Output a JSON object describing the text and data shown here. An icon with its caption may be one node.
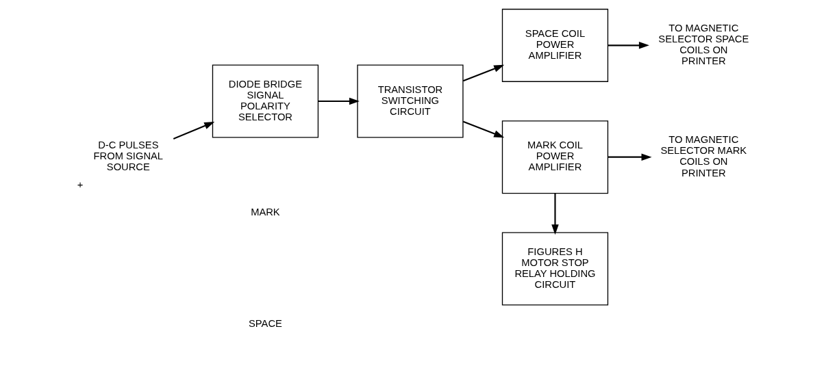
{
  "diagram": {
    "nodes": [
      {
        "text": [
          "D-C PULSES FROM SIGNAL SOURCE"
        ],
        "beside": [
          "+"
        ]
      },
      {
        "text": [
          "DIODE BRIDGE SIGNAL POLARITY SELECTOR"
        ]
      },
      {
        "text": [
          "TRANSISTOR SWITCHING CIRCUIT"
        ]
      },
      {
        "text": [
          "SPACE COIL POWER AMPLIFIER"
        ]
      },
      {
        "text": [
          "TO MAGNETIC SELECTOR SPACE COILS ON PRINTER"
        ]
      },
      {
        "text": [
          "MARK COIL POWER AMPLIFIER"
        ]
      },
      {
        "text": [
          "TO MAGNETIC SELECTOR MARK COILS ON PRINTER"
        ]
      },
      {
        "text": [
          "FIGURES H MOTOR STOP RELAY HOLDING CIRCUIT"
        ]
      }
    ],
    "edges": [
      {
        "from": 0,
        "to": 1,
        "arrow": "to"
      },
      {
        "from": 1,
        "to": 2,
        "arrow": "to"
      },
      {
        "from": 2,
        "to": 3,
        "arrow": "to"
      },
      {
        "from": 2,
        "to": 5,
        "arrow": "to"
      },
      {
        "from": 3,
        "to": 4,
        "arrow": "to"
      },
      {
        "from": 5,
        "to": 6,
        "arrow": "to"
      },
      {
        "from": 5,
        "to": 7,
        "arrow": "to"
      }
    ],
    "labels": [
      "MARK",
      "SPACE"
    ]
  }
}
